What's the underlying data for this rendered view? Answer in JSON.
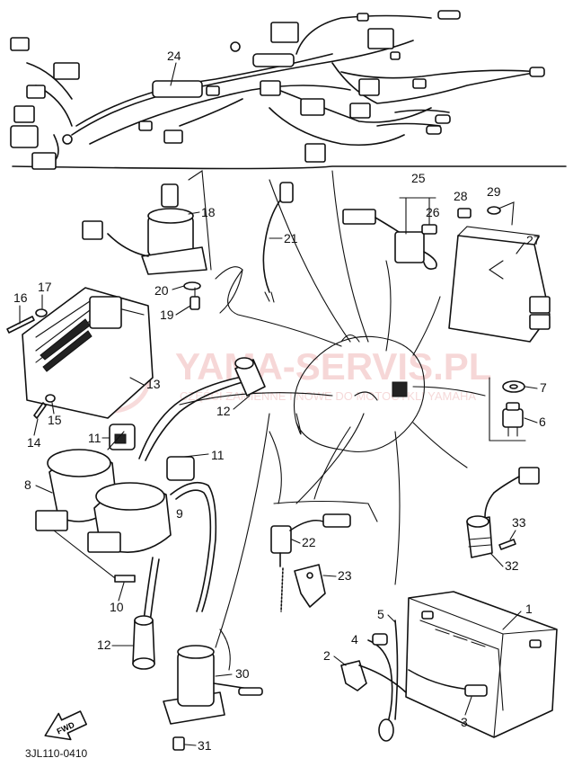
{
  "callouts": {
    "n1": "1",
    "n2": "2",
    "n3": "3",
    "n4": "4",
    "n5": "5",
    "n6": "6",
    "n7": "7",
    "n8": "8",
    "n9": "9",
    "n10": "10",
    "n11a": "11",
    "n11b": "11",
    "n12a": "12",
    "n12b": "12",
    "n13": "13",
    "n14": "14",
    "n15": "15",
    "n16": "16",
    "n17": "17",
    "n18": "18",
    "n19": "19",
    "n20": "20",
    "n21": "21",
    "n22": "22",
    "n23": "23",
    "n24": "24",
    "n25": "25",
    "n26": "26",
    "n27": "27",
    "n28": "28",
    "n29": "29",
    "n30": "30",
    "n31": "31",
    "n32": "32",
    "n33": "33"
  },
  "fwd_label": "FWD",
  "drawing_code": "3JL110-0410",
  "watermark": {
    "main": "YAMA-SERVIS.PL",
    "sub": "CZĘŚCI ZAMIENNE I NOWE DO MOTOCYKLI YAMAHA"
  },
  "colors": {
    "line": "#111111",
    "watermark": "#f0b8b8"
  }
}
